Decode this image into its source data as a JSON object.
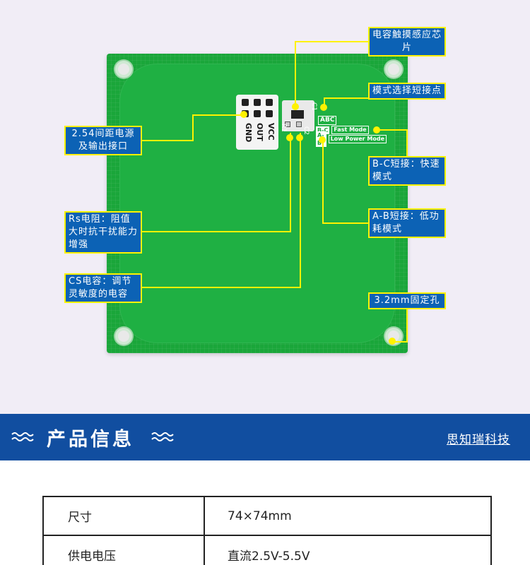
{
  "board": {
    "header_pins": [
      "VCC",
      "OUT",
      "GND"
    ],
    "component_labels": {
      "c1": "C1",
      "r1": "R1",
      "c2": "C2",
      "abc": "ABC"
    },
    "mode_rows": [
      {
        "tag": "B-C",
        "text": "Fast Mode"
      },
      {
        "tag": "A-B",
        "text": "Low Power Mode"
      }
    ],
    "callouts": {
      "sensor_pad": "电容触摸感应芯片",
      "mode_jumper": "模式选择短接点",
      "header": "2.54间距电源及输出接口",
      "fast_mode": "B-C短接：快速模式",
      "low_power": "A-B短接：低功耗模式",
      "rs_resistor": "Rs电阻：阻值大时抗干扰能力增强",
      "cs_cap": "CS电容：调节灵敏度的电容",
      "mount_hole": "3.2mm固定孔"
    },
    "colors": {
      "pcb": "#1aa63a",
      "callout_bg": "#0c62b5",
      "callout_border": "#fff200"
    }
  },
  "banner": {
    "title": "产品信息",
    "brand": "思知瑞科技",
    "icons": [
      "wave-icon",
      "wave-icon"
    ],
    "bg_color": "#114ea0"
  },
  "specs": {
    "rows": [
      {
        "key": "尺寸",
        "value": "74×74mm"
      },
      {
        "key": "供电电压",
        "value": "直流2.5V-5.5V"
      }
    ]
  }
}
